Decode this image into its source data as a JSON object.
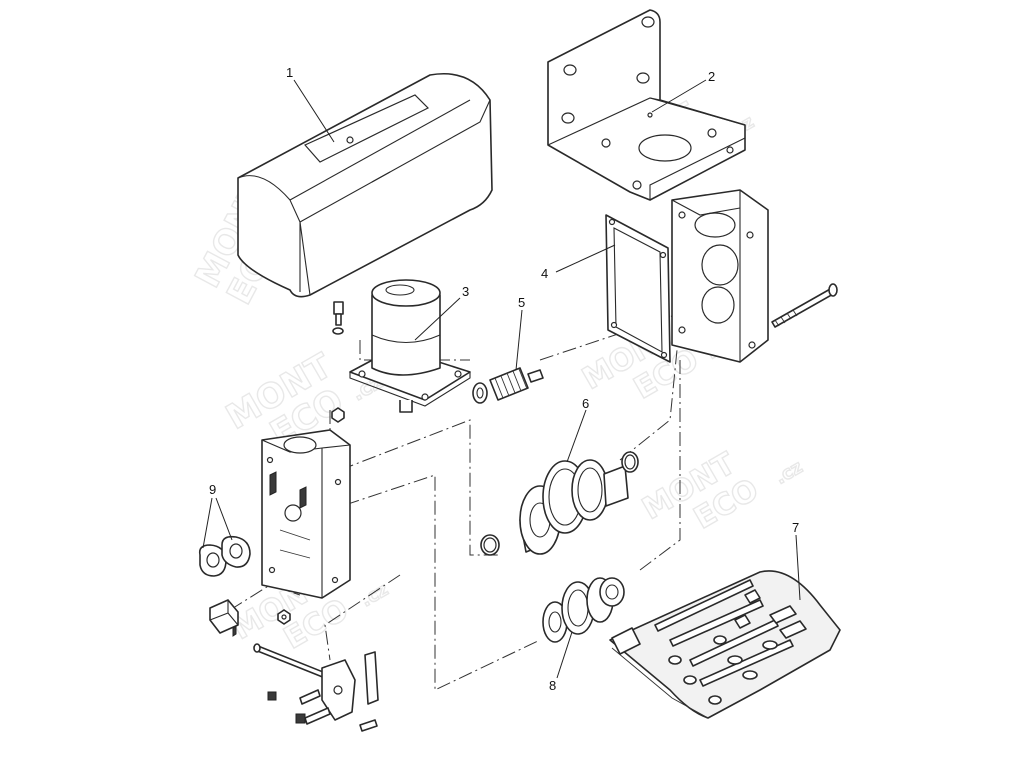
{
  "diagram": {
    "callouts": [
      {
        "id": "1",
        "label": "1"
      },
      {
        "id": "2",
        "label": "2"
      },
      {
        "id": "3",
        "label": "3"
      },
      {
        "id": "4",
        "label": "4"
      },
      {
        "id": "5",
        "label": "5"
      },
      {
        "id": "6",
        "label": "6"
      },
      {
        "id": "7",
        "label": "7"
      },
      {
        "id": "8",
        "label": "8"
      },
      {
        "id": "9",
        "label": "9"
      }
    ],
    "watermark": {
      "line1": "MONT",
      "line2": "ECO",
      "suffix": ".cz",
      "mark": "®"
    }
  }
}
